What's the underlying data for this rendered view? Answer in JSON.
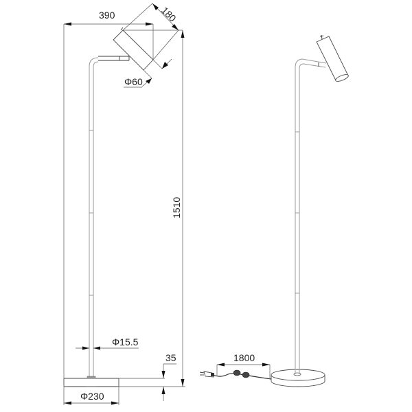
{
  "drawing": {
    "title": "Floor lamp dimension drawing",
    "units": "mm",
    "left_view": {
      "name": "dimensioned side view",
      "dimensions": {
        "arm_reach": "390",
        "shade_length": "180",
        "shade_diameter": "Φ60",
        "total_height": "1510",
        "pole_diameter": "Φ15.5",
        "base_height": "35",
        "base_diameter": "Φ230"
      }
    },
    "right_view": {
      "name": "perspective view",
      "dimensions": {
        "cable_length": "1800"
      }
    },
    "colors": {
      "line": "#3a3a3a",
      "pole": "#9a9a9a",
      "arrow": "#111111",
      "background": "#ffffff"
    }
  }
}
